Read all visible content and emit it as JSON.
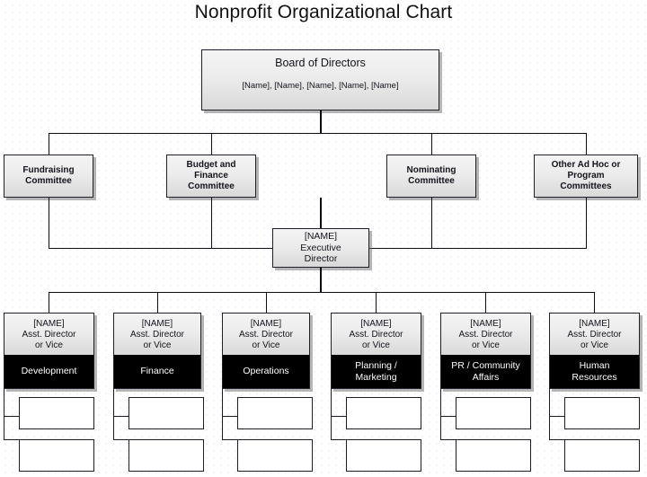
{
  "title": "Nonprofit Organizational Chart",
  "board": {
    "title": "Board of Directors",
    "names": "[Name], [Name], [Name], [Name], [Name]"
  },
  "committees": [
    {
      "line1": "Fundraising",
      "line2": "Committee",
      "line3": ""
    },
    {
      "line1": "Budget and",
      "line2": "Finance",
      "line3": "Committee"
    },
    {
      "line1": "Nominating",
      "line2": "Committee",
      "line3": ""
    },
    {
      "line1": "Other Ad Hoc or",
      "line2": "Program",
      "line3": "Committees"
    }
  ],
  "executive": {
    "line1": "[NAME]",
    "line2": "Executive",
    "line3": "Director"
  },
  "departments": [
    {
      "name_placeholder": "[NAME]",
      "role_line1": "Asst. Director",
      "role_line2": "or Vice",
      "unit_line1": "Development",
      "unit_line2": ""
    },
    {
      "name_placeholder": "[NAME]",
      "role_line1": "Asst. Director",
      "role_line2": "or Vice",
      "unit_line1": "Finance",
      "unit_line2": ""
    },
    {
      "name_placeholder": "[NAME]",
      "role_line1": "Asst. Director",
      "role_line2": "or Vice",
      "unit_line1": "Operations",
      "unit_line2": ""
    },
    {
      "name_placeholder": "[NAME]",
      "role_line1": "Asst. Director",
      "role_line2": "or Vice",
      "unit_line1": "Planning /",
      "unit_line2": "Marketing"
    },
    {
      "name_placeholder": "[NAME]",
      "role_line1": "Asst. Director",
      "role_line2": "or Vice",
      "unit_line1": "PR / Community",
      "unit_line2": "Affairs"
    },
    {
      "name_placeholder": "[NAME]",
      "role_line1": "Asst. Director",
      "role_line2": "or Vice",
      "unit_line1": "Human",
      "unit_line2": "Resources"
    }
  ],
  "sub_boxes": {
    "per_department": 2,
    "label": ""
  },
  "colors": {
    "node_fill_top": "#f4f4f4",
    "node_fill_bottom": "#d9d9d9",
    "band_fill": "#000000",
    "band_text": "#ffffff",
    "line": "#0d0d14",
    "canvas": "#ffffff",
    "grid_dot": "#cfc7dd"
  }
}
